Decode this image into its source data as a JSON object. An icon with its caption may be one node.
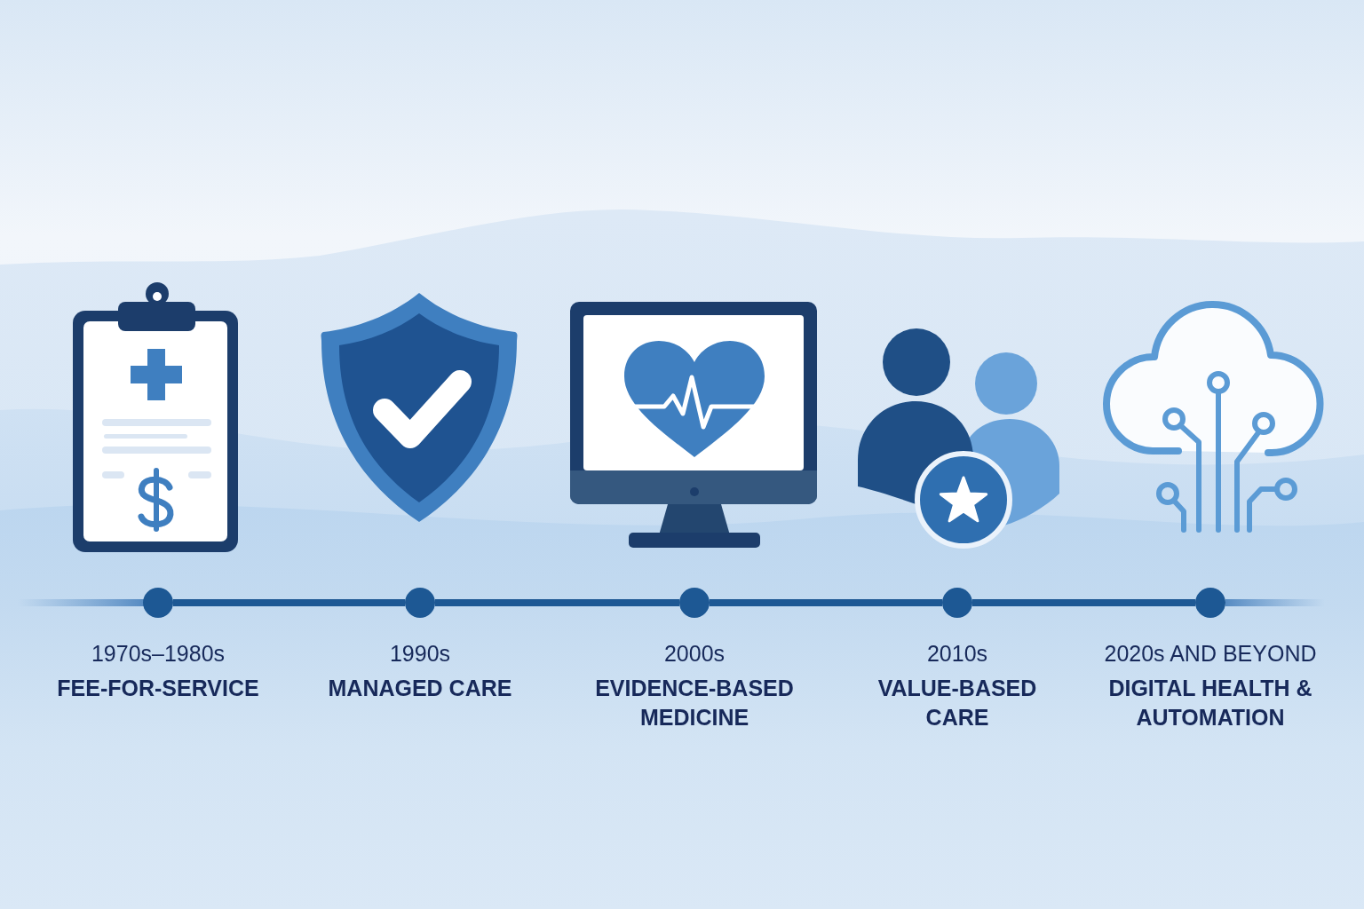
{
  "diagram": {
    "nodes": [
      {
        "text": [],
        "shape": "circle",
        "beside": [
          "1970s–1980s",
          "FEE-FOR-SERVICE"
        ]
      },
      {
        "text": [],
        "shape": "circle",
        "beside": [
          "1990s",
          "MANAGED CARE"
        ]
      },
      {
        "text": [],
        "shape": "circle",
        "beside": [
          "2000s",
          "EVIDENCE-BASED MEDICINE"
        ]
      },
      {
        "text": [],
        "shape": "circle",
        "beside": [
          "2010s",
          "VALUE-BASED CARE"
        ]
      },
      {
        "text": [],
        "shape": "circle",
        "beside": [
          "2020s AND BEYOND",
          "DIGITAL HEALTH & AUTOMATION"
        ]
      }
    ],
    "edges": [
      {
        "from": 0,
        "to": 1,
        "arrow": "none"
      },
      {
        "from": 1,
        "to": 2,
        "arrow": "none"
      },
      {
        "from": 2,
        "to": 3,
        "arrow": "none"
      },
      {
        "from": 3,
        "to": 4,
        "arrow": "none"
      }
    ]
  }
}
